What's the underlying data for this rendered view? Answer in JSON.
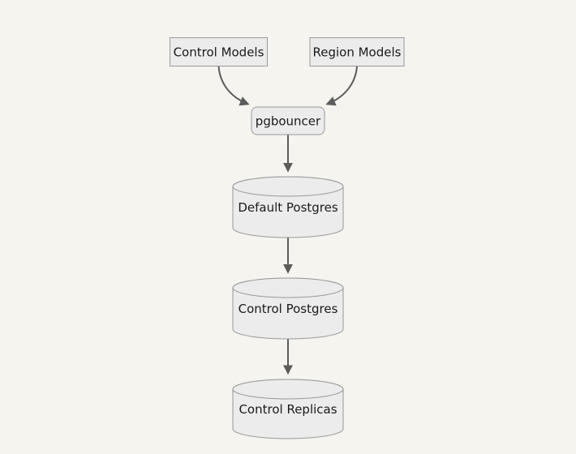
{
  "diagram": {
    "type": "flowchart",
    "direction": "top-down",
    "colors": {
      "background": "#f5f4ef",
      "node_fill": "#ececec",
      "node_stroke": "#999999",
      "edge_color": "#5c5c5c",
      "text_color": "#1a1a1a"
    },
    "nodes": [
      {
        "id": "control-models",
        "label": "Control Models",
        "shape": "rectangle"
      },
      {
        "id": "region-models",
        "label": "Region Models",
        "shape": "rectangle"
      },
      {
        "id": "pgbouncer",
        "label": "pgbouncer",
        "shape": "rounded-rectangle"
      },
      {
        "id": "default-postgres",
        "label": "Default Postgres",
        "shape": "cylinder"
      },
      {
        "id": "control-postgres",
        "label": "Control Postgres",
        "shape": "cylinder"
      },
      {
        "id": "control-replicas",
        "label": "Control Replicas",
        "shape": "cylinder"
      }
    ],
    "edges": [
      {
        "from": "Control Models",
        "to": "pgbouncer"
      },
      {
        "from": "Region Models",
        "to": "pgbouncer"
      },
      {
        "from": "pgbouncer",
        "to": "Default Postgres"
      },
      {
        "from": "Default Postgres",
        "to": "Control Postgres"
      },
      {
        "from": "Control Postgres",
        "to": "Control Replicas"
      }
    ]
  }
}
